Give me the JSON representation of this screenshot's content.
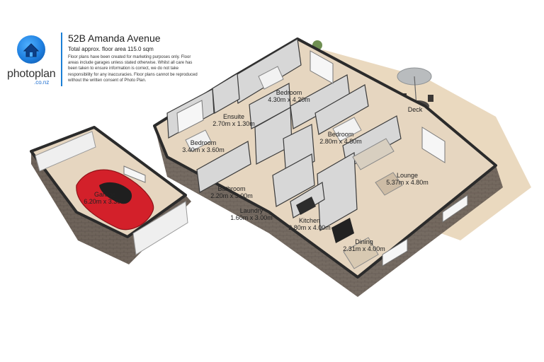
{
  "header": {
    "logo_brand": "photoplan",
    "logo_domain": ".co.nz",
    "title": "52B Amanda Avenue",
    "subtitle": "Total approx. floor area 115.0 sqm",
    "disclaimer": "Floor plans have been created for marketing purposes only. Floor areas include garages unless stated otherwise. Whilst all care has been taken to ensure information is correct, we do not take responsibility for any inaccuracies. Floor plans cannot be reproduced without the written consent of Photo Plan."
  },
  "icons": {
    "logo": "house-icon"
  },
  "colors": {
    "brand_blue": "#1b7fd6",
    "floor": "#e6d6c0",
    "wall_brick": "#6b6058",
    "deck": "#ead9bf",
    "car": "#d3202a"
  },
  "rooms": [
    {
      "id": "bedroom1",
      "name": "Bedroom",
      "dims": "4.30m x 4.20m"
    },
    {
      "id": "ensuite",
      "name": "Ensuite",
      "dims": "2.70m x 1.30m"
    },
    {
      "id": "bedroom2",
      "name": "Bedroom",
      "dims": "2.80m x 4.80m"
    },
    {
      "id": "bedroom3",
      "name": "Bedroom",
      "dims": "3.40m x 3.60m"
    },
    {
      "id": "deck",
      "name": "Deck",
      "dims": ""
    },
    {
      "id": "lounge",
      "name": "Lounge",
      "dims": "5.37m x 4.80m"
    },
    {
      "id": "garage",
      "name": "Garage",
      "dims": "6.20m x 3.30m"
    },
    {
      "id": "bathroom",
      "name": "Bathroom",
      "dims": "2.20m x 3.00m"
    },
    {
      "id": "laundry",
      "name": "Laundry",
      "dims": "1.60m x 3.00m"
    },
    {
      "id": "kitchen",
      "name": "Kitchen",
      "dims": "2.80m x 4.00m"
    },
    {
      "id": "dining",
      "name": "Dining",
      "dims": "2.31m x 4.00m"
    }
  ]
}
